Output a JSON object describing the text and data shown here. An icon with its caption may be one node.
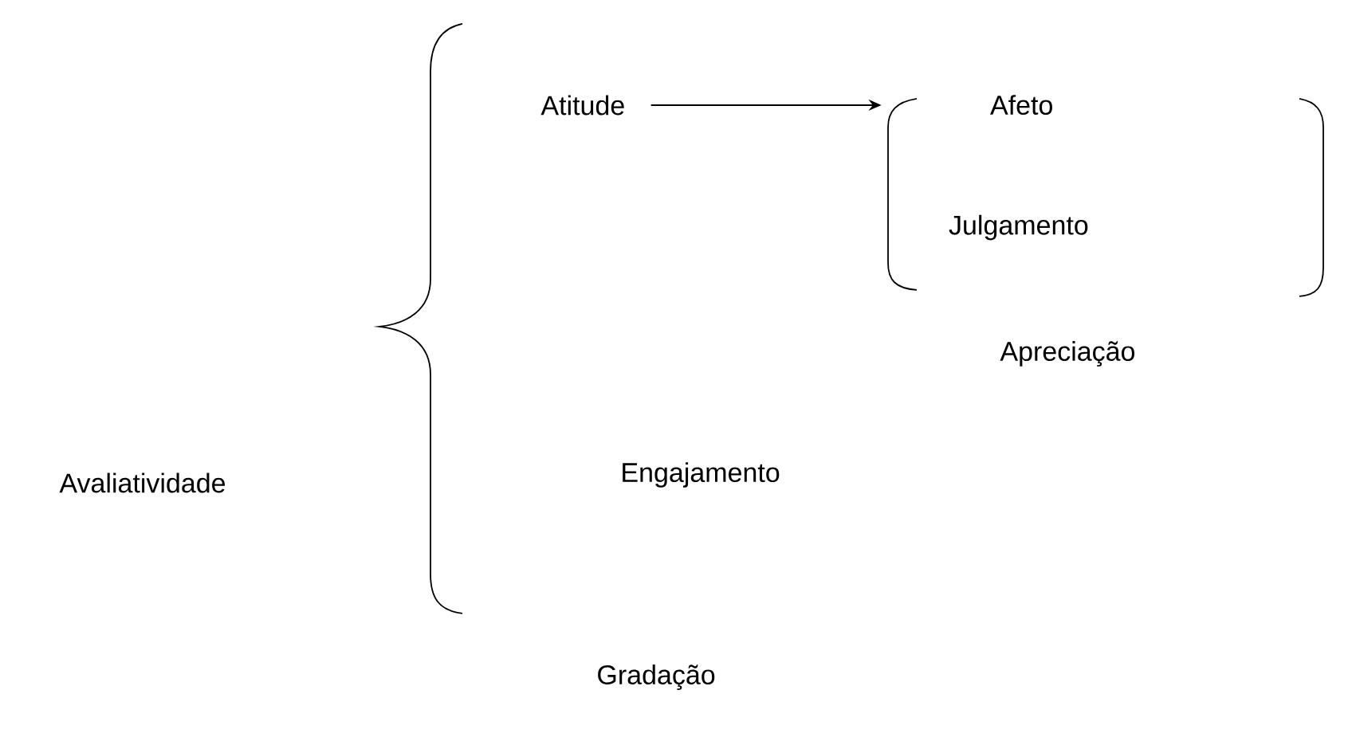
{
  "diagram": {
    "nodes": [
      {
        "text": [
          "Avaliatividade"
        ]
      },
      {
        "text": [
          "Atitude"
        ]
      },
      {
        "text": [
          "Engajamento"
        ]
      },
      {
        "text": [
          "Gradação"
        ]
      },
      {
        "text": [],
        "shape": "bracket"
      },
      {
        "text": [
          "Afeto"
        ],
        "in": 4
      },
      {
        "text": [
          "Julgamento"
        ],
        "in": 4
      },
      {
        "text": [
          "Apreciação"
        ]
      }
    ],
    "edges": [
      {
        "from": 1,
        "to": 4,
        "arrow": "to"
      }
    ]
  }
}
